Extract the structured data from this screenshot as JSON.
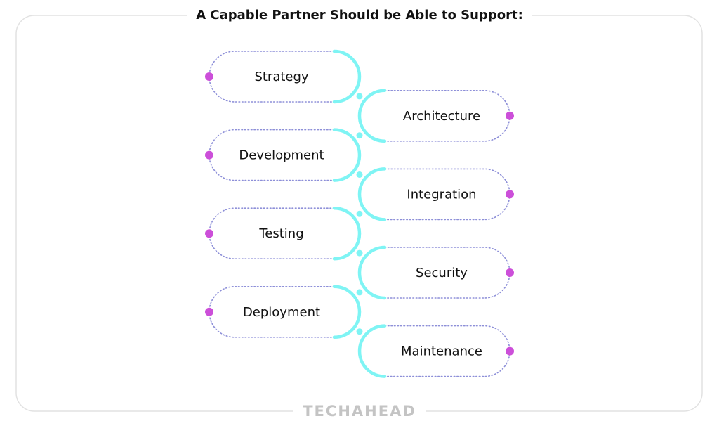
{
  "title": "A Capable Partner Should be Able to Support:",
  "items": [
    {
      "label": "Strategy",
      "side": "left"
    },
    {
      "label": "Architecture",
      "side": "right"
    },
    {
      "label": "Development",
      "side": "left"
    },
    {
      "label": "Integration",
      "side": "right"
    },
    {
      "label": "Testing",
      "side": "left"
    },
    {
      "label": "Security",
      "side": "right"
    },
    {
      "label": "Deployment",
      "side": "left"
    },
    {
      "label": "Maintenance",
      "side": "right"
    }
  ],
  "brand": "TECHAHEAD",
  "colors": {
    "connector": "#7ff4f4",
    "dot": "#cc4fd9",
    "dotted_outline": "#8d8fd8",
    "frame": "#e2e2e2",
    "brand": "#c4c4c4"
  }
}
